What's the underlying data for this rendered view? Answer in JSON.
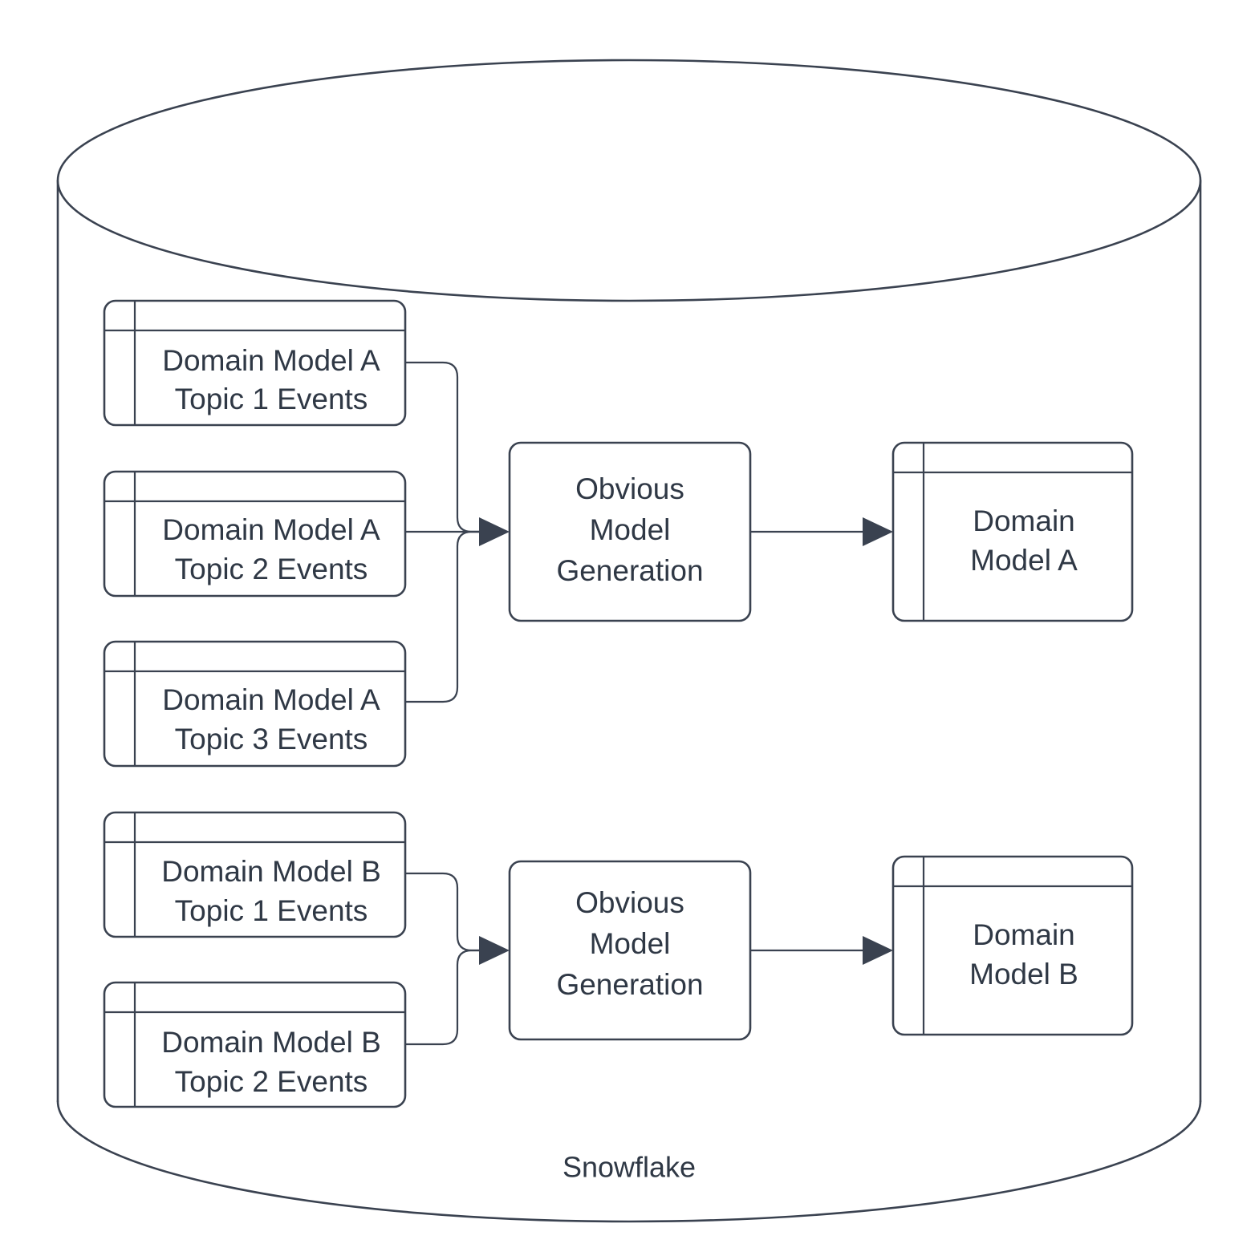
{
  "diagram": {
    "type": "flowchart",
    "container": {
      "name": "Snowflake",
      "label": "Snowflake",
      "shape": "cylinder"
    },
    "colors": {
      "stroke": "#3a4250",
      "text": "#2f3845",
      "fill": "#ffffff",
      "background": "#ffffff"
    },
    "groups": [
      {
        "id": "group-a",
        "sources": [
          {
            "id": "src-a1",
            "line1": "Domain Model A",
            "line2": "Topic 1 Events",
            "shape": "table"
          },
          {
            "id": "src-a2",
            "line1": "Domain Model A",
            "line2": "Topic 2 Events",
            "shape": "table"
          },
          {
            "id": "src-a3",
            "line1": "Domain Model A",
            "line2": "Topic 3 Events",
            "shape": "table"
          }
        ],
        "process": {
          "id": "proc-a",
          "line1": "Obvious",
          "line2": "Model",
          "line3": "Generation",
          "shape": "rounded-rect"
        },
        "output": {
          "id": "out-a",
          "line1": "Domain",
          "line2": "Model A",
          "shape": "table"
        }
      },
      {
        "id": "group-b",
        "sources": [
          {
            "id": "src-b1",
            "line1": "Domain Model B",
            "line2": "Topic 1 Events",
            "shape": "table"
          },
          {
            "id": "src-b2",
            "line1": "Domain Model B",
            "line2": "Topic 2 Events",
            "shape": "table"
          }
        ],
        "process": {
          "id": "proc-b",
          "line1": "Obvious",
          "line2": "Model",
          "line3": "Generation",
          "shape": "rounded-rect"
        },
        "output": {
          "id": "out-b",
          "line1": "Domain",
          "line2": "Model B",
          "shape": "table"
        }
      }
    ]
  }
}
